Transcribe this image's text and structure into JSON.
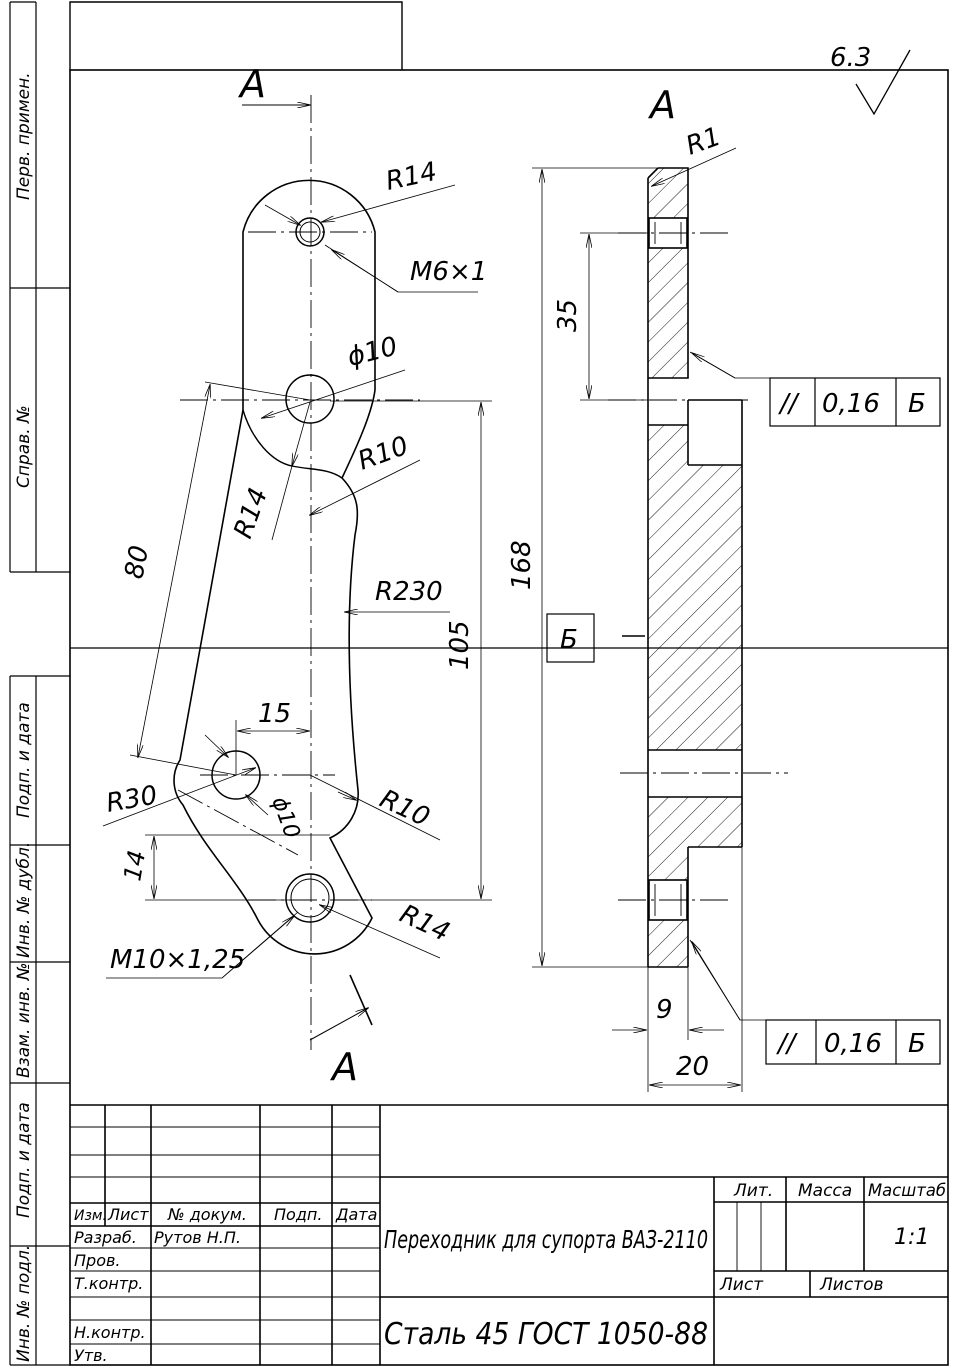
{
  "side_column": {
    "perv_primen": "Перв. примен.",
    "sprav_no": "Справ. №",
    "podp_data_1": "Подп. и дата",
    "inv_no_dubl": "Инв. № дубл.",
    "vzam_inv_no": "Взам. инв. №",
    "podp_data_2": "Подп. и дата",
    "inv_no_podl": "Инв. № подл."
  },
  "roughness": "6.3",
  "section_letter": "А",
  "datum_letter": "Б",
  "dimensions": {
    "r14_top": "R14",
    "m6x1": "M6×1",
    "phi10_top": "ϕ10",
    "r10_upper": "R10",
    "r14_mid": "R14",
    "d80": "80",
    "r230": "R230",
    "d105": "105",
    "d168": "168",
    "d35": "35",
    "d15": "15",
    "r30": "R30",
    "phi10_low": "ϕ10",
    "r10_lower": "R10",
    "d14": "14",
    "r14_bottom": "R14",
    "m10x125": "M10×1,25",
    "r1": "R1",
    "d9": "9",
    "d20": "20"
  },
  "tolerance_frames": [
    {
      "symbol": "//",
      "value": "0,16",
      "datum": "Б"
    },
    {
      "symbol": "//",
      "value": "0,16",
      "datum": "Б"
    }
  ],
  "title_block": {
    "col_izm": "Изм.",
    "col_list": "Лист",
    "col_dokum": "№ докум.",
    "col_podp": "Подп.",
    "col_data": "Дата",
    "razrab": "Разраб.",
    "razrab_name": "Рутов Н.П.",
    "prov": "Пров.",
    "tkontr": "Т.контр.",
    "nkontr": "Н.контр.",
    "utv": "Утв.",
    "title": "Переходник для супорта ВАЗ-2110",
    "material": "Сталь 45 ГОСТ 1050-88",
    "lit": "Лит.",
    "massa": "Масса",
    "masshtab": "Масштаб",
    "scale": "1:1",
    "list": "Лист",
    "listov": "Листов"
  }
}
